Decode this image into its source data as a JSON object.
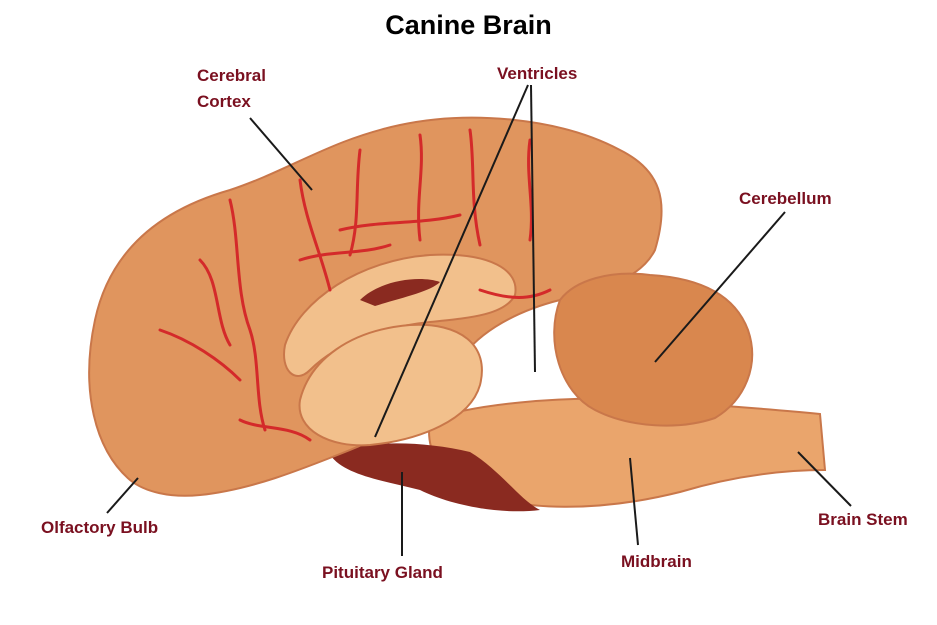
{
  "title": "Canine Brain",
  "colors": {
    "label": "#7a1020",
    "leader": "#1a1a1a",
    "cortex": "#e0955e",
    "cortex_shadow": "#c9774a",
    "vessel": "#d42a2a",
    "inner": "#f2c08c",
    "stem": "#eaa56c",
    "cerebellum": "#d9874e",
    "dark": "#8a2a20"
  },
  "labels": {
    "cerebral_cortex_line1": "Cerebral",
    "cerebral_cortex_line2": "Cortex",
    "ventricles": "Ventricles",
    "cerebellum": "Cerebellum",
    "olfactory_bulb": "Olfactory Bulb",
    "pituitary_gland": "Pituitary Gland",
    "midbrain": "Midbrain",
    "brain_stem": "Brain Stem"
  }
}
